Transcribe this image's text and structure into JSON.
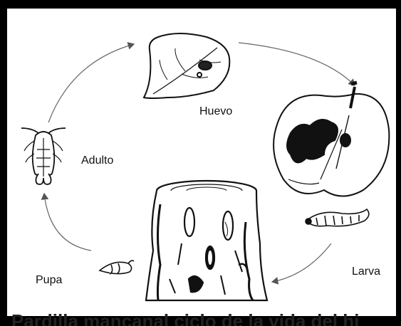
{
  "diagram": {
    "stages": {
      "egg": "Huevo",
      "larva": "Larva",
      "pupa": "Pupa",
      "adult": "Adulto"
    },
    "footer_text": "Pardilla mancanal ciclo de la vida del hi"
  },
  "colors": {
    "frame": "#000000",
    "background": "#ffffff",
    "ink": "#111111",
    "arrow": "#555555"
  },
  "icons": [
    "leaf-egg-icon",
    "apple-larva-icon",
    "larva-icon",
    "tree-stump-icon",
    "pupa-icon",
    "adult-moth-icon"
  ]
}
